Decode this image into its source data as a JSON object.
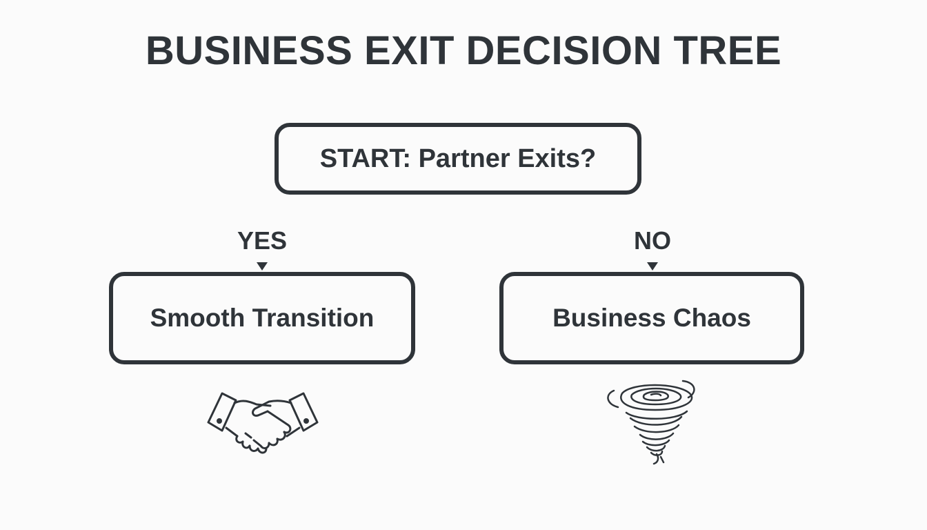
{
  "title": "BUSINESS EXIT DECISION TREE",
  "start": {
    "label": "START: Partner Exits?"
  },
  "branches": {
    "yes": {
      "label": "YES",
      "outcome": "Smooth Transition",
      "icon": "handshake-icon"
    },
    "no": {
      "label": "NO",
      "outcome": "Business Chaos",
      "icon": "tornado-icon"
    }
  },
  "colors": {
    "ink": "#2f3439",
    "background": "#fbfbfb"
  }
}
